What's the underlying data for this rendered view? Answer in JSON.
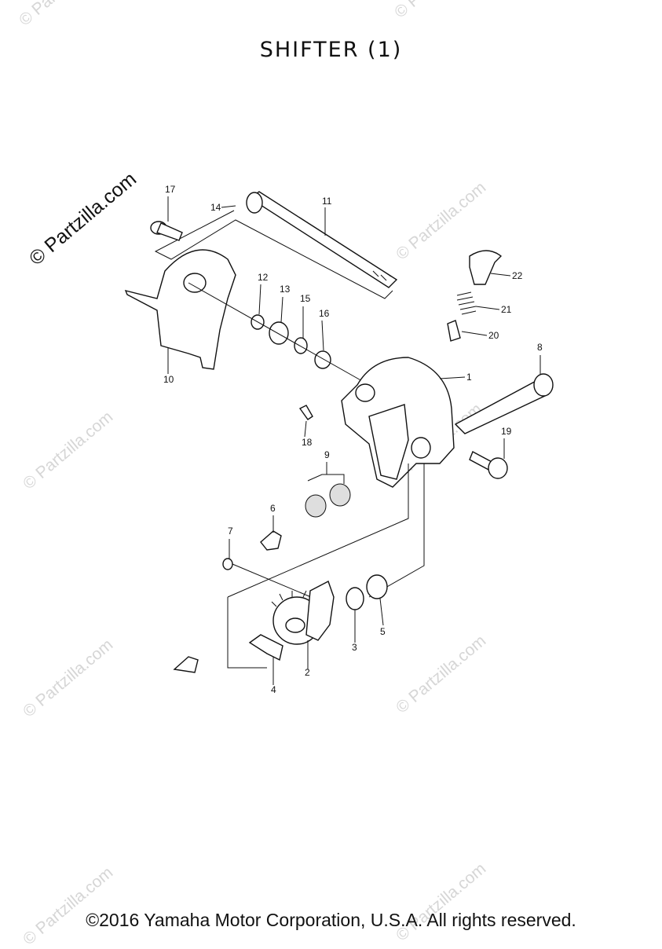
{
  "title": "SHIFTER (1)",
  "copyright": "©2016 Yamaha Motor Corporation, U.S.A. All rights reserved.",
  "watermark_main": "© Partzilla.com",
  "watermark_faint": "© Partzilla.com",
  "callouts": [
    "1",
    "2",
    "3",
    "4",
    "5",
    "6",
    "7",
    "8",
    "9",
    "10",
    "11",
    "12",
    "13",
    "14",
    "15",
    "16",
    "17",
    "18",
    "19",
    "20",
    "21",
    "22"
  ]
}
